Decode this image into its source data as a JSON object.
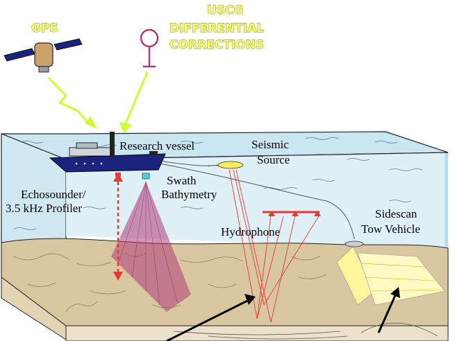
{
  "labels": {
    "gps": "GPS",
    "uscg": [
      "USCG",
      "DIFFERENTIAL",
      "CORRECTIONS"
    ],
    "research_vessel": "Research vessel",
    "seismic": [
      "Seismic",
      "Source"
    ],
    "swath": [
      "Swath",
      "Bathymetry"
    ],
    "echosounder": [
      "Echosounder/",
      "3.5 kHz Profiler"
    ],
    "hydrophone": "Hydrophone",
    "sidescan": [
      "Sidescan",
      "Tow Vehicle"
    ]
  },
  "colors": {
    "water": "#dceef5",
    "water_top": "#c5e4f0",
    "seabed": "#d9c7a2",
    "seabed_side": "#e8dcc2",
    "hull": "#1a237e",
    "swath_fan": "#b03a78",
    "seismic_rays": "#e53935",
    "sidescan": "#fff59d",
    "signal_lines": "#ccff33"
  }
}
